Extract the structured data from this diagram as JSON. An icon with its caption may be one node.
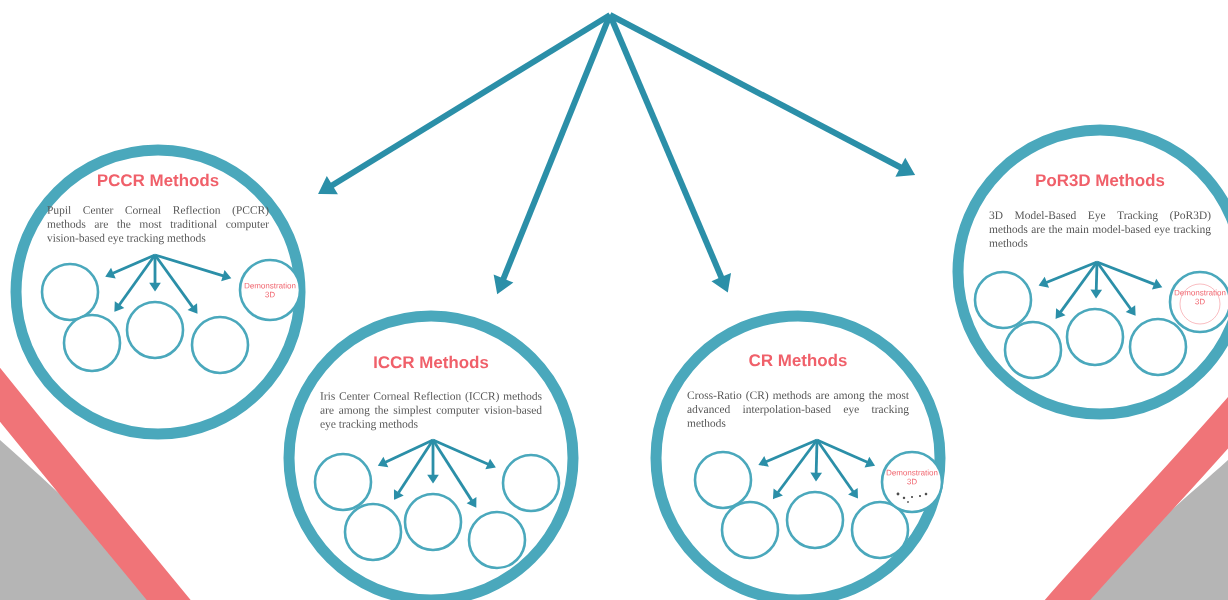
{
  "diagram": {
    "nodes": [
      {
        "text": [
          "PCCR Methods",
          "Pupil Center Corneal Reflection (PCCR) methods are the most traditional computer vision-based eye tracking methods"
        ]
      },
      {
        "text": [],
        "shape": "circle",
        "in": 0
      },
      {
        "text": [],
        "shape": "circle",
        "in": 0
      },
      {
        "text": [],
        "shape": "circle",
        "in": 0
      },
      {
        "text": [],
        "shape": "circle",
        "in": 0
      },
      {
        "text": [
          "Demonstration 3D"
        ],
        "in": 0
      },
      {
        "text": [
          "ICCR Methods",
          "Iris Center Corneal Reflection (ICCR) methods are among the simplest computer vision-based eye tracking methods"
        ]
      },
      {
        "text": [],
        "shape": "circle",
        "in": 6
      },
      {
        "text": [],
        "shape": "circle",
        "in": 6
      },
      {
        "text": [],
        "shape": "circle",
        "in": 6
      },
      {
        "text": [],
        "shape": "circle",
        "in": 6
      },
      {
        "text": [],
        "shape": "circle",
        "in": 6
      },
      {
        "text": [
          "CR Methods",
          "Cross-Ratio (CR) methods are among the most advanced interpolation-based eye tracking methods"
        ]
      },
      {
        "text": [],
        "shape": "circle",
        "in": 12
      },
      {
        "text": [],
        "shape": "circle",
        "in": 12
      },
      {
        "text": [],
        "shape": "circle",
        "in": 12
      },
      {
        "text": [],
        "shape": "circle",
        "in": 12
      },
      {
        "text": [
          "Demonstration 3D"
        ],
        "in": 12
      },
      {
        "text": [
          "PoR3D Methods",
          "3D Model-Based Eye Tracking (PoR3D) methods are the main model-based eye tracking methods"
        ]
      },
      {
        "text": [],
        "shape": "circle",
        "in": 18
      },
      {
        "text": [],
        "shape": "circle",
        "in": 18
      },
      {
        "text": [],
        "shape": "circle",
        "in": 18
      },
      {
        "text": [],
        "shape": "circle",
        "in": 18
      },
      {
        "text": [
          "Demonstration 3D"
        ],
        "in": 18
      }
    ],
    "edges": [
      {
        "from": null,
        "to": 0,
        "arrow": "to",
        "style": "thick"
      },
      {
        "from": null,
        "to": 6,
        "arrow": "to",
        "style": "thick"
      },
      {
        "from": null,
        "to": 12,
        "arrow": "to",
        "style": "thick"
      },
      {
        "from": null,
        "to": 18,
        "arrow": "to",
        "style": "thick"
      },
      {
        "from": null,
        "to": 1,
        "arrow": "to"
      },
      {
        "from": null,
        "to": 2,
        "arrow": "to"
      },
      {
        "from": null,
        "to": 3,
        "arrow": "to"
      },
      {
        "from": null,
        "to": 4,
        "arrow": "to"
      },
      {
        "from": null,
        "to": 5,
        "arrow": "to"
      },
      {
        "from": null,
        "to": 7,
        "arrow": "to"
      },
      {
        "from": null,
        "to": 8,
        "arrow": "to"
      },
      {
        "from": null,
        "to": 9,
        "arrow": "to"
      },
      {
        "from": null,
        "to": 10,
        "arrow": "to"
      },
      {
        "from": null,
        "to": 11,
        "arrow": "to"
      },
      {
        "from": null,
        "to": 13,
        "arrow": "to"
      },
      {
        "from": null,
        "to": 14,
        "arrow": "to"
      },
      {
        "from": null,
        "to": 15,
        "arrow": "to"
      },
      {
        "from": null,
        "to": 16,
        "arrow": "to"
      },
      {
        "from": null,
        "to": 17,
        "arrow": "to"
      },
      {
        "from": null,
        "to": 19,
        "arrow": "to"
      },
      {
        "from": null,
        "to": 20,
        "arrow": "to"
      },
      {
        "from": null,
        "to": 21,
        "arrow": "to"
      },
      {
        "from": null,
        "to": 22,
        "arrow": "to"
      },
      {
        "from": null,
        "to": 23,
        "arrow": "to"
      }
    ]
  }
}
